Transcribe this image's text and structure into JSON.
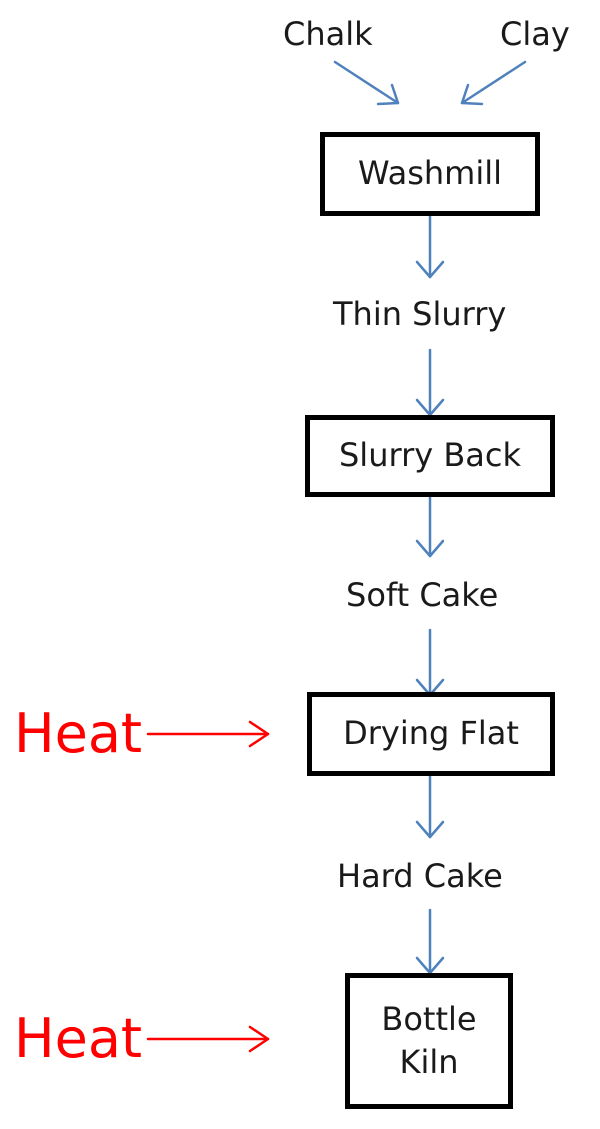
{
  "inputs": {
    "left": "Chalk",
    "right": "Clay"
  },
  "steps": {
    "washmill": "Washmill",
    "thin_slurry": "Thin Slurry",
    "slurry_back": "Slurry Back",
    "soft_cake": "Soft Cake",
    "drying_flat": "Drying Flat",
    "hard_cake": "Hard Cake",
    "bottle_kiln": "Bottle\nKiln"
  },
  "heat_inputs": {
    "first": "Heat",
    "second": "Heat"
  },
  "colors": {
    "flow_arrow": "#4f81bd",
    "heat": "#ff0000",
    "box_border": "#000000",
    "text": "#1a1a1a"
  }
}
